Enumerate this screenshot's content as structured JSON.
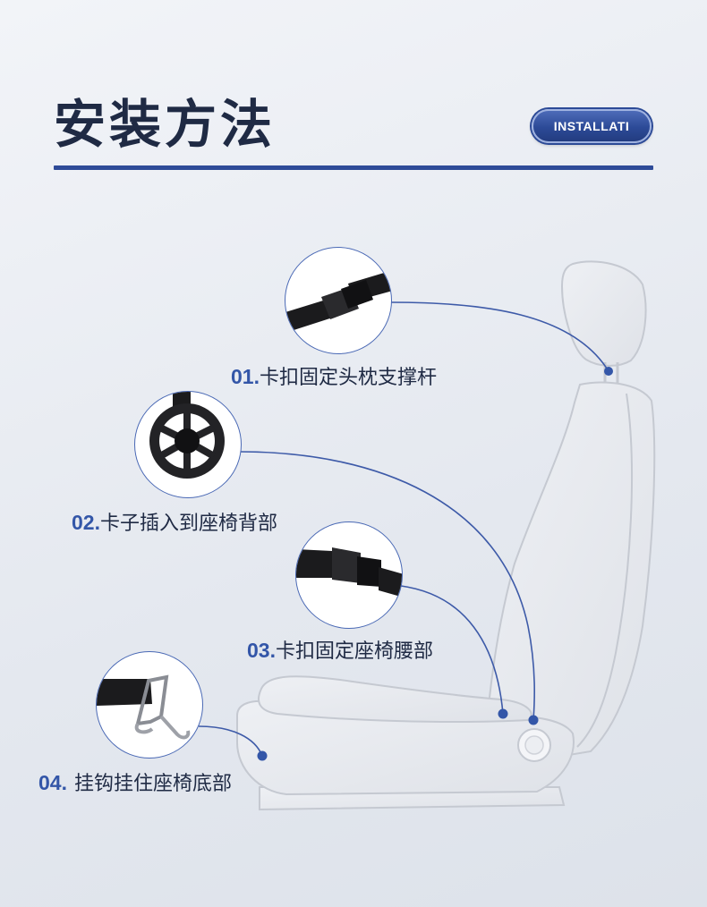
{
  "header": {
    "title": "安装方法",
    "badge": "INSTALLATI"
  },
  "steps": [
    {
      "num": "01.",
      "text": "卡扣固定头枕支撑杆"
    },
    {
      "num": "02.",
      "text": "卡子插入到座椅背部"
    },
    {
      "num": "03.",
      "text": "卡扣固定座椅腰部"
    },
    {
      "num": "04.",
      "text": "挂钩挂住座椅底部"
    }
  ],
  "colors": {
    "accent": "#2e4b98",
    "title": "#1f2a44",
    "seat_line": "#c9ccd3"
  }
}
